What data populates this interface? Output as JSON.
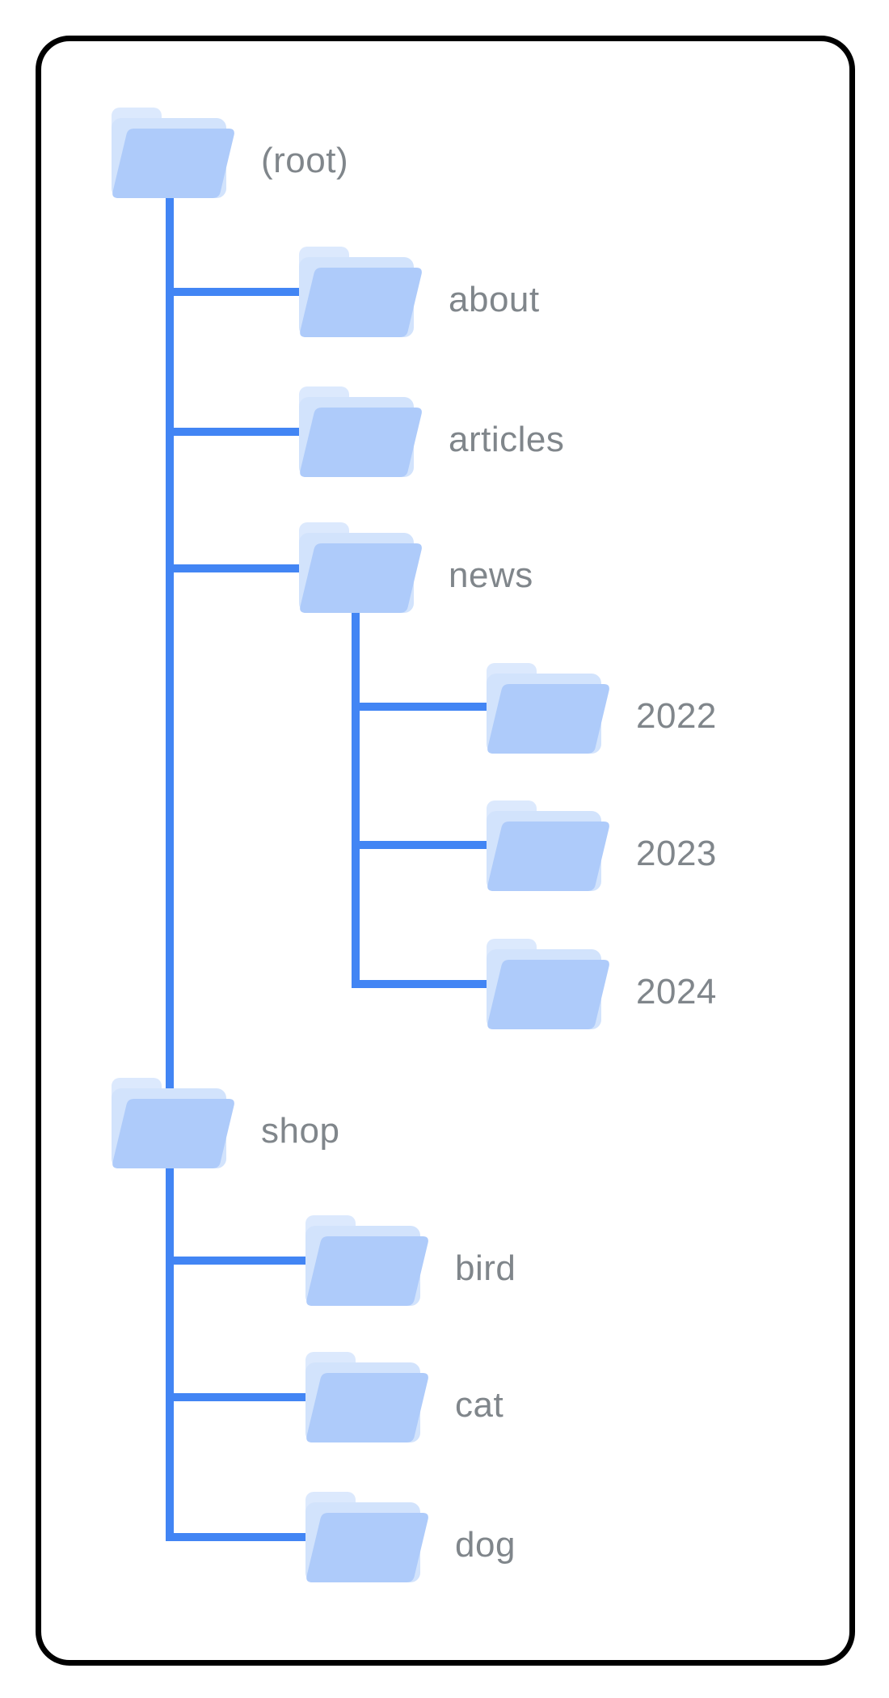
{
  "colors": {
    "background": "#ffffff",
    "frame": "#000000",
    "connector": "#4285f4",
    "label": "#80868b",
    "folder_front": "#aecbfa",
    "folder_back": "#d2e3fc",
    "folder_tab": "#dce9fd"
  },
  "tree": {
    "nodes": [
      {
        "label": "(root)",
        "parent": null
      },
      {
        "label": "about",
        "parent": "(root)"
      },
      {
        "label": "articles",
        "parent": "(root)"
      },
      {
        "label": "news",
        "parent": "(root)"
      },
      {
        "label": "2022",
        "parent": "news"
      },
      {
        "label": "2023",
        "parent": "news"
      },
      {
        "label": "2024",
        "parent": "news"
      },
      {
        "label": "shop",
        "parent": "(root)"
      },
      {
        "label": "bird",
        "parent": "shop"
      },
      {
        "label": "cat",
        "parent": "shop"
      },
      {
        "label": "dog",
        "parent": "shop"
      }
    ]
  }
}
